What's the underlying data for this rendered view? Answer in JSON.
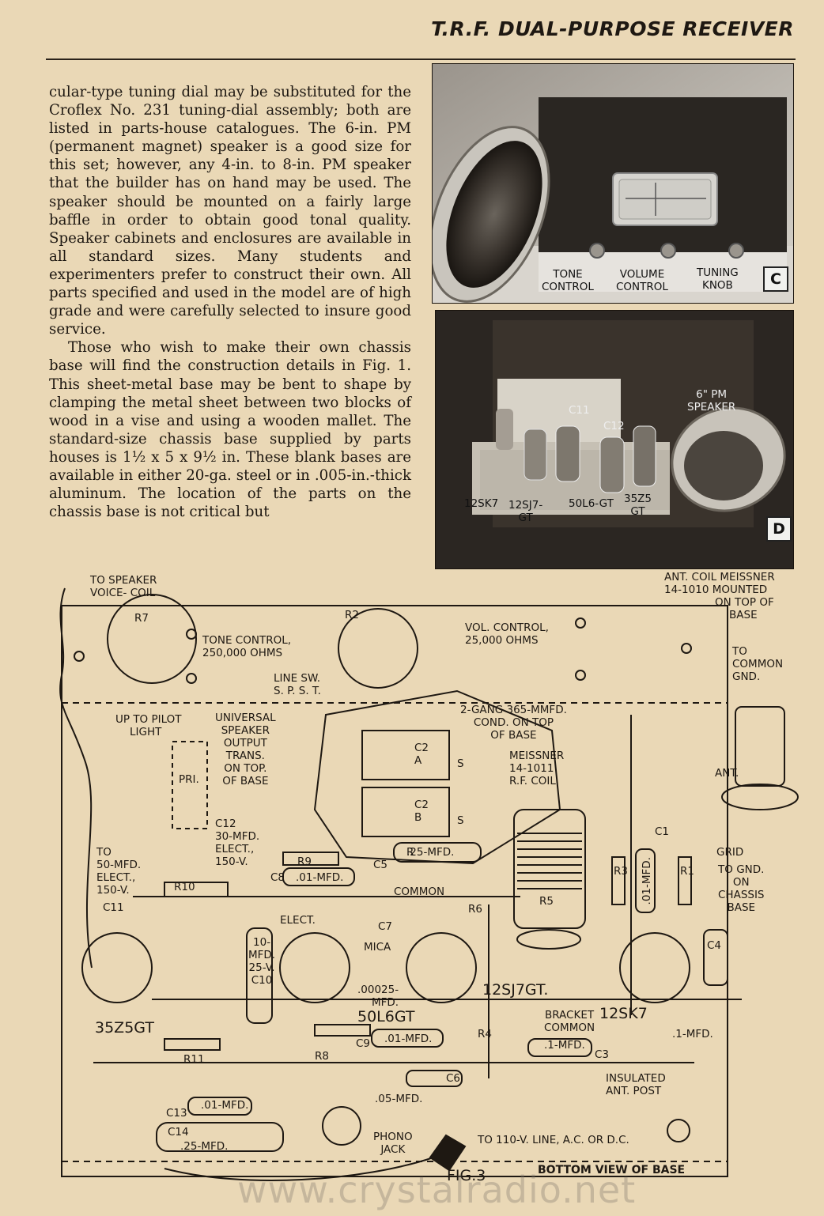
{
  "header": {
    "title": "T.R.F. DUAL-PURPOSE RECEIVER"
  },
  "body": {
    "paragraph1": "cular-type tuning dial may be substituted for the Croflex No. 231 tuning-dial assembly; both are listed in parts-house catalogues. The 6-in. PM (permanent magnet) speaker is a good size for this set; however, any 4-in. to 8-in. PM speaker that the builder has on hand may be used. The speaker should be mounted on a fairly large baffle in order to obtain good tonal quality. Speaker cabinets and enclosures are available in all standard sizes. Many students and experimenters prefer to construct their own. All parts specified and used in the model are of high grade and were carefully selected to insure good service.",
    "paragraph2": "Those who wish to make their own chassis base will find the construction details in Fig. 1. This sheet-metal base may be bent to shape by clamping the metal sheet between two blocks of wood in a vise and using a wooden mallet. The standard-size chassis base supplied by parts houses is 1½ x 5 x 9½ in. These blank bases are available in either 20-ga. steel or in .005-in.-thick aluminum. The location of the parts on the chassis base is not critical but"
  },
  "photo_c": {
    "letter": "C",
    "labels": {
      "tone": [
        "TONE",
        "CONTROL"
      ],
      "volume": [
        "VOLUME",
        "CONTROL"
      ],
      "tuning": [
        "TUNING",
        "KNOB"
      ]
    }
  },
  "photo_d": {
    "letter": "D",
    "labels": {
      "speaker": [
        "6\" PM",
        "SPEAKER"
      ],
      "c11": "C11",
      "c12": "C12",
      "t1": "12SK7",
      "t2": [
        "12SJ7-",
        "GT"
      ],
      "t3": "50L6-GT",
      "t4": [
        "35Z5",
        "GT"
      ]
    }
  },
  "diagram": {
    "speaker_voice_coil": [
      "TO SPEAKER",
      "VOICE- COIL"
    ],
    "ant_coil": [
      "ANT. COIL MEISSNER",
      "14-1010  MOUNTED",
      "ON TOP OF",
      "BASE"
    ],
    "to_common_gnd": [
      "TO",
      "COMMON",
      "GND."
    ],
    "r7": "R7",
    "tone_control": [
      "TONE CONTROL,",
      "250,000 OHMS"
    ],
    "r2": "R2",
    "vol_control": [
      "VOL. CONTROL,",
      "25,000 OHMS"
    ],
    "line_sw": [
      "LINE SW.",
      "S. P. S. T."
    ],
    "pilot_light": [
      "UP TO PILOT",
      "LIGHT"
    ],
    "universal_speaker": [
      "UNIVERSAL",
      "SPEAKER",
      "OUTPUT",
      "TRANS.",
      "ON TOP.",
      "OF BASE"
    ],
    "pri": "PRI.",
    "gang_cond": [
      "2-GANG 365-MMFD.",
      "COND. ON TOP",
      "OF BASE"
    ],
    "c2a": [
      "C2",
      "A"
    ],
    "c2b": [
      "C2",
      "B"
    ],
    "s_label": "S",
    "r_label": "R",
    "meissner_rf": [
      "MEISSNER",
      "14-1011",
      "R.F. COIL"
    ],
    "ant": "ANT.",
    "grid": "GRID",
    "to_gnd": [
      "TO GND.",
      "ON",
      "CHASSIS",
      "BASE"
    ],
    "c12_label": [
      "C12",
      "30-MFD.",
      "ELECT.,",
      "150-V."
    ],
    "to_50mfd": [
      "TO",
      "50-MFD.",
      "ELECT.,",
      "150-V."
    ],
    "c11": "C11",
    "r9": "R9",
    "r10": "R10",
    "c8": "C8",
    "c8_val": ".01-MFD.",
    "c5": "C5",
    "c5_val": ".25-MFD.",
    "common": "COMMON",
    "c1": "C1",
    "c1_val": ".01-MFD.",
    "r3": "R3",
    "r1": "R1",
    "r5": "R5",
    "r6": "R6",
    "elect": "ELECT.",
    "c10": [
      "10-",
      "MFD.",
      "25-V.",
      "C10"
    ],
    "c7": "C7",
    "mica": "MICA",
    "c7_val": [
      ".00025-",
      "MFD."
    ],
    "tube_35z5": "35Z5GT",
    "tube_50l6": "50L6GT",
    "tube_12sj7": "12SJ7GT.",
    "tube_12sk7": "12SK7",
    "c4": "C4",
    "c4_val": ".1-MFD.",
    "bracket_common": [
      "BRACKET",
      "COMMON"
    ],
    "r4": "R4",
    "c3_val": ".1-MFD.",
    "c3": "C3",
    "r11": "R11",
    "r8": "R8",
    "c9": "C9",
    "c9_val": ".01-MFD.",
    "c6": "C6",
    "c6_val": ".05-MFD.",
    "c13": "C13",
    "c13_val": ".01-MFD.",
    "c14": "C14",
    "c14_val": ".25-MFD.",
    "phono_jack": [
      "PHONO",
      "JACK"
    ],
    "to_110v": "TO 110-V. LINE, A.C. OR D.C.",
    "insulated_ant": [
      "INSULATED",
      "ANT. POST"
    ],
    "fig": "FIG.3",
    "bottom_view": "BOTTOM VIEW OF BASE",
    "watermark": "www.crystalradio.net"
  }
}
